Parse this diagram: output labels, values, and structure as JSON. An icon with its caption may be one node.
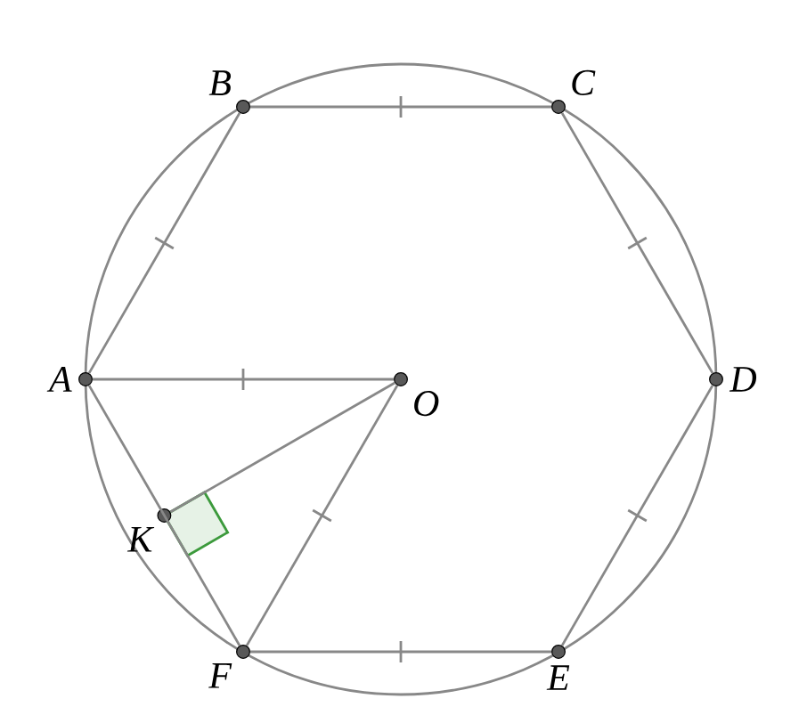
{
  "diagram": {
    "nodes": [
      {
        "text": [
          "A"
        ]
      },
      {
        "text": [
          "B"
        ]
      },
      {
        "text": [
          "C"
        ]
      },
      {
        "text": [
          "D"
        ]
      },
      {
        "text": [
          "E"
        ]
      },
      {
        "text": [
          "F"
        ]
      },
      {
        "text": [
          "O"
        ]
      },
      {
        "text": [
          "K"
        ]
      }
    ],
    "edges": [
      {
        "from": 0,
        "to": 1,
        "arrow": "none"
      },
      {
        "from": 1,
        "to": 2,
        "arrow": "none"
      },
      {
        "from": 2,
        "to": 3,
        "arrow": "none"
      },
      {
        "from": 3,
        "to": 4,
        "arrow": "none"
      },
      {
        "from": 4,
        "to": 5,
        "arrow": "none"
      },
      {
        "from": 5,
        "to": 0,
        "arrow": "none"
      },
      {
        "from": 0,
        "to": 6,
        "arrow": "none"
      },
      {
        "from": 6,
        "to": 5,
        "arrow": "none"
      },
      {
        "from": 6,
        "to": 7,
        "arrow": "none"
      }
    ]
  }
}
